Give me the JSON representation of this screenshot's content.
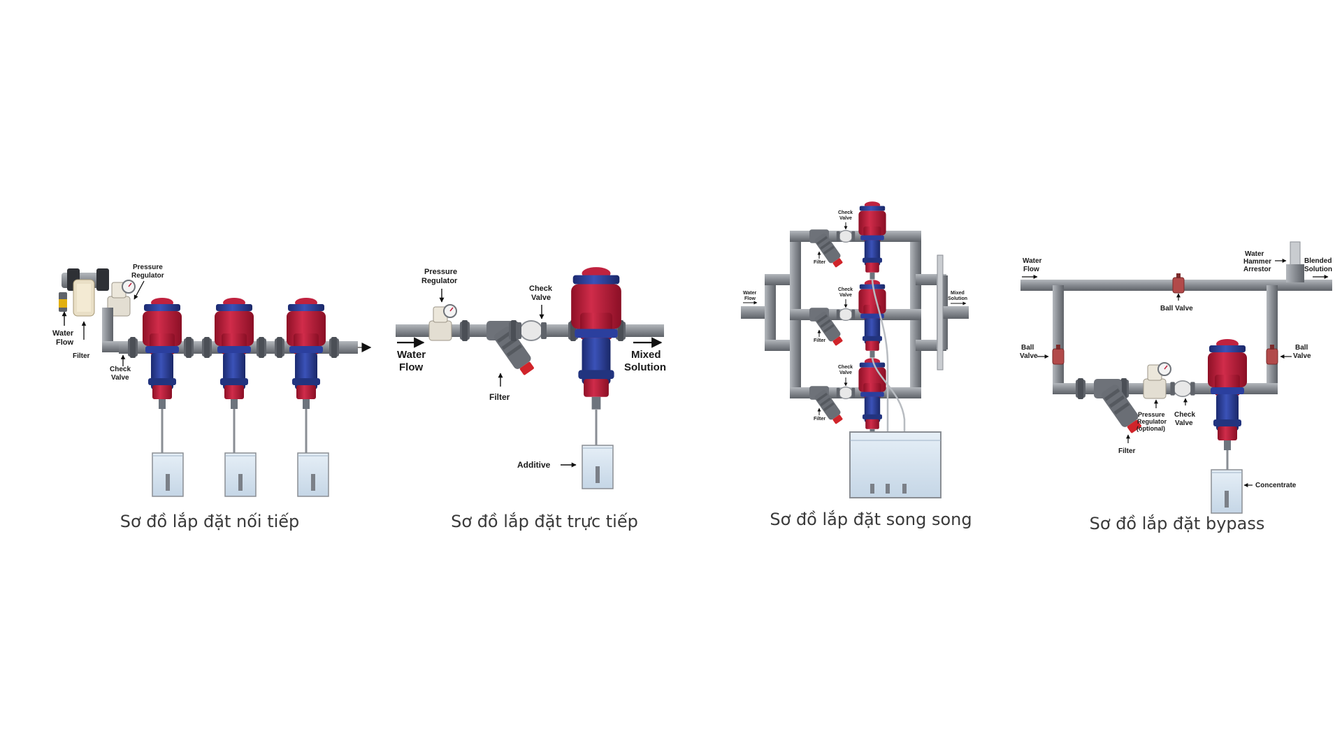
{
  "colors": {
    "pipe": "#8a8e94",
    "pipe_dark": "#5c6066",
    "pump_red": "#c0223f",
    "pump_blue": "#2b3f9e",
    "water": "#d6e4f0",
    "filter_red": "#d0242a",
    "caption": "#3a3a3a"
  },
  "diagrams": [
    {
      "caption": "Sơ đồ lắp đặt nối tiếp",
      "labels": {
        "pressure_regulator": [
          "Pressure",
          "Regulator"
        ],
        "water_flow": [
          "Water",
          "Flow"
        ],
        "filter": "Filter",
        "check_valve": [
          "Check",
          "Valve"
        ]
      }
    },
    {
      "caption": "Sơ đồ lắp đặt trực tiếp",
      "labels": {
        "pressure_regulator": [
          "Pressure",
          "Regulator"
        ],
        "check_valve": [
          "Check",
          "Valve"
        ],
        "water_flow": [
          "Water",
          "Flow"
        ],
        "mixed_solution": [
          "Mixed",
          "Solution"
        ],
        "filter": "Filter",
        "additive": "Additive"
      }
    },
    {
      "caption": "Sơ đồ lắp đặt song song",
      "labels": {
        "check_valve": [
          "Check",
          "Valve"
        ],
        "filter": "Filter",
        "water_flow": [
          "Water",
          "Flow"
        ],
        "mixed_solution": [
          "Mixed",
          "Solution"
        ]
      }
    },
    {
      "caption": "Sơ đồ lắp đặt bypass",
      "labels": {
        "water_flow": [
          "Water",
          "Flow"
        ],
        "water_hammer_arrestor": [
          "Water",
          "Hammer",
          "Arrestor"
        ],
        "blended_solution": [
          "Blended",
          "Solution"
        ],
        "ball_valve_top": "Ball Valve",
        "ball_valve": [
          "Ball",
          "Valve"
        ],
        "pressure_regulator": [
          "Pressure",
          "Regulator",
          "(optional)"
        ],
        "check_valve": [
          "Check",
          "Valve"
        ],
        "filter": "Filter",
        "concentrate": "Concentrate"
      }
    }
  ]
}
